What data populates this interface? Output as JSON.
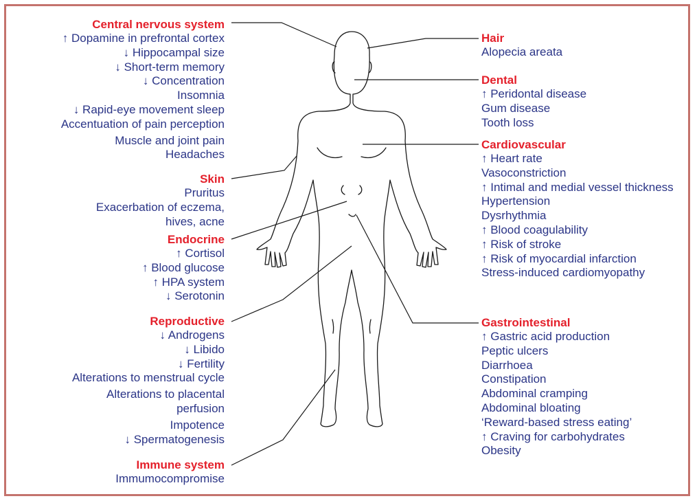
{
  "sections": {
    "cns": {
      "title": "Central nervous system",
      "items": [
        "↑ Dopamine in prefrontal cortex",
        "↓ Hippocampal size",
        "↓ Short-term memory",
        "↓ Concentration",
        "Insomnia",
        "↓ Rapid-eye movement sleep",
        "Accentuation of pain perception",
        "Muscle and joint pain",
        "Headaches"
      ]
    },
    "skin": {
      "title": "Skin",
      "items": [
        "Pruritus",
        "Exacerbation of eczema,",
        "hives, acne"
      ]
    },
    "endocrine": {
      "title": "Endocrine",
      "items": [
        "↑ Cortisol",
        "↑ Blood glucose",
        "↑ HPA system",
        "↓ Serotonin"
      ]
    },
    "reproductive": {
      "title": "Reproductive",
      "items": [
        "↓ Androgens",
        "↓ Libido",
        "↓ Fertility",
        "Alterations to menstrual cycle",
        "Alterations to placental",
        "perfusion",
        "Impotence",
        "↓ Spermatogenesis"
      ]
    },
    "immune": {
      "title": "Immune system",
      "items": [
        "Immumocompromise"
      ]
    },
    "hair": {
      "title": "Hair",
      "items": [
        "Alopecia areata"
      ]
    },
    "dental": {
      "title": "Dental",
      "items": [
        "↑ Peridontal disease",
        "Gum disease",
        "Tooth loss"
      ]
    },
    "cardio": {
      "title": "Cardiovascular",
      "items": [
        "↑ Heart rate",
        "Vasoconstriction",
        "↑  Intimal and medial vessel thickness",
        "Hypertension",
        "Dysrhythmia",
        "↑ Blood coagulability",
        "↑ Risk of stroke",
        "↑ Risk of myocardial infarction",
        "Stress-induced cardiomyopathy"
      ]
    },
    "gi": {
      "title": "Gastrointestinal",
      "items": [
        "↑ Gastric acid production",
        "Peptic ulcers",
        "Diarrhoea",
        "Constipation",
        "Abdominal cramping",
        "Abdominal bloating",
        "‘Reward-based stress eating’",
        "↑  Craving for carbohydrates",
        "Obesity"
      ]
    }
  },
  "colors": {
    "frame": "#c4736d",
    "title": "#e4202b",
    "item": "#2b3587",
    "line": "#1a1a1a"
  }
}
